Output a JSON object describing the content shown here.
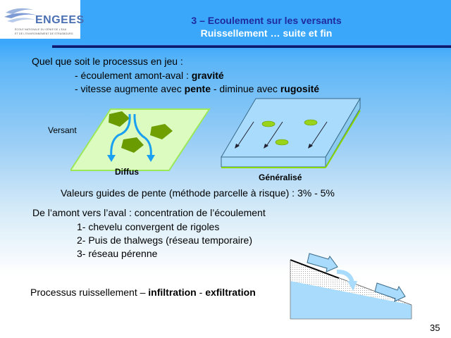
{
  "logo": {
    "name": "ENGEES",
    "subtitle_line1": "ÉCOLE NATIONALE DU GÉNIE DE L'EAU",
    "subtitle_line2": "ET DE L'ENVIRONNEMENT DE STRASBOURG"
  },
  "header": {
    "title": "3 – Ecoulement sur les versants",
    "subtitle": "Ruissellement … suite et fin"
  },
  "intro": {
    "lead": "Quel que soit le processus en jeu :",
    "bullet1_text": "- écoulement amont-aval : ",
    "bullet1_bold": "gravité",
    "bullet2_text_a": "- vitesse augmente avec ",
    "bullet2_bold_a": "pente",
    "bullet2_text_b": " - diminue avec ",
    "bullet2_bold_b": "rugosité"
  },
  "diagram_diffus": {
    "side_label": "Versant",
    "caption": "Diffus"
  },
  "diagram_generalise": {
    "caption": "Généralisé"
  },
  "slope_guide": "Valeurs guides de pente (méthode parcelle à risque) : 3% - 5%",
  "concentration": {
    "lead": "De l’amont vers l’aval : concentration de l’écoulement",
    "items": [
      "1- chevelu convergent de rigoles",
      "2- Puis de thalwegs (réseau temporaire)",
      "3- réseau pérenne"
    ]
  },
  "process": {
    "text": "Processus ruissellement – ",
    "bold_a": "infiltration",
    "sep": " - ",
    "bold_b": "exfiltration"
  },
  "page_number": "35",
  "colors": {
    "header_blue": "#3aa7fb",
    "title_navy": "#1f2a9c",
    "water_blue": "#a9dcfc",
    "flow_arrow": "#1aa0f0",
    "leaf_green": "#7fb800",
    "plane_green": "#dcfbc0"
  }
}
